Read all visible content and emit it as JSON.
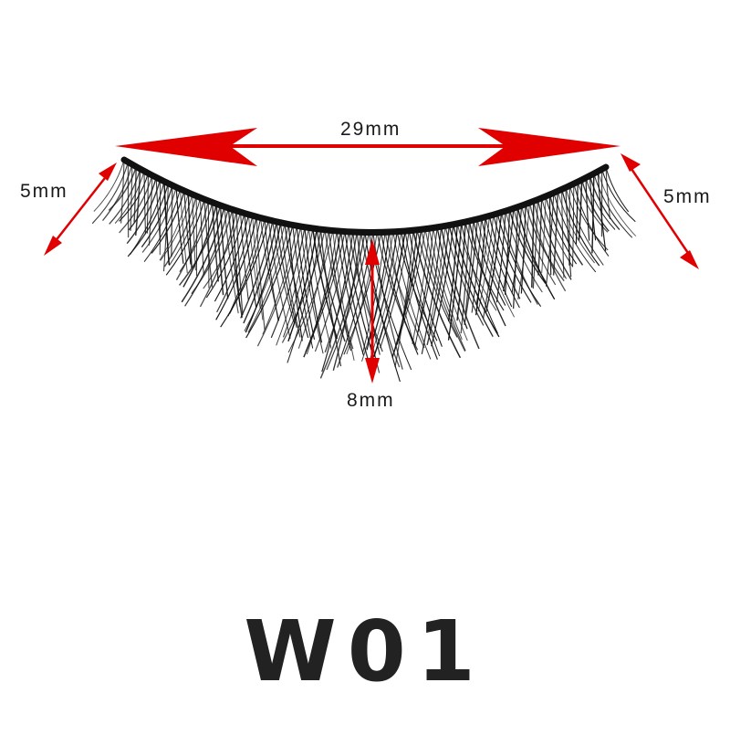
{
  "measurements": {
    "width": "29mm",
    "left_length": "5mm",
    "right_length": "5mm",
    "center_length": "8mm"
  },
  "product": {
    "code": "W01"
  },
  "colors": {
    "arrow": "#e00000",
    "lash": "#111111",
    "text": "#222222",
    "background": "#ffffff"
  }
}
